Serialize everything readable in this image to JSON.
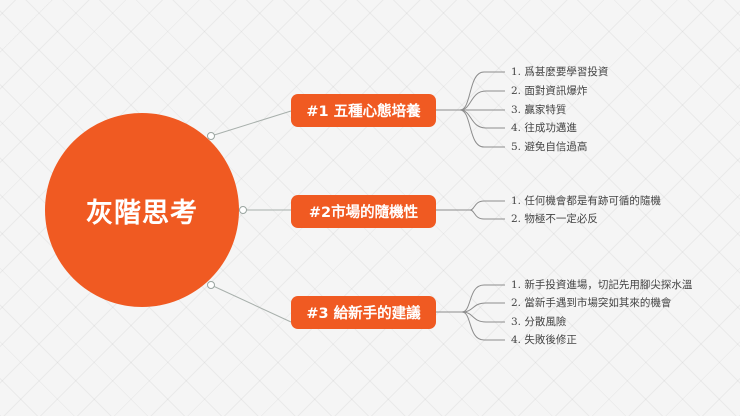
{
  "center": {
    "title": "灰階思考",
    "color": "#f05a22"
  },
  "topics": [
    {
      "label": "#1 五種心態培養",
      "items": [
        "1. 爲甚麼要學習投資",
        "2. 面對資訊爆炸",
        "3. 贏家特質",
        "4. 往成功邁進",
        "5. 避免自信過高"
      ]
    },
    {
      "label": "#2市場的隨機性",
      "items": [
        "1. 任何機會都是有跡可循的隨機",
        "2. 物極不一定必反"
      ]
    },
    {
      "label": "#3 給新手的建議",
      "items": [
        "1. 新手投資進場，切記先用腳尖探水溫",
        "2. 當新手遇到市場突如其來的機會",
        "3. 分散風險",
        "4. 失敗後修正"
      ]
    }
  ],
  "colors": {
    "accent": "#f05a22",
    "line": "#9aa5a0",
    "background": "#f5f5f5"
  }
}
